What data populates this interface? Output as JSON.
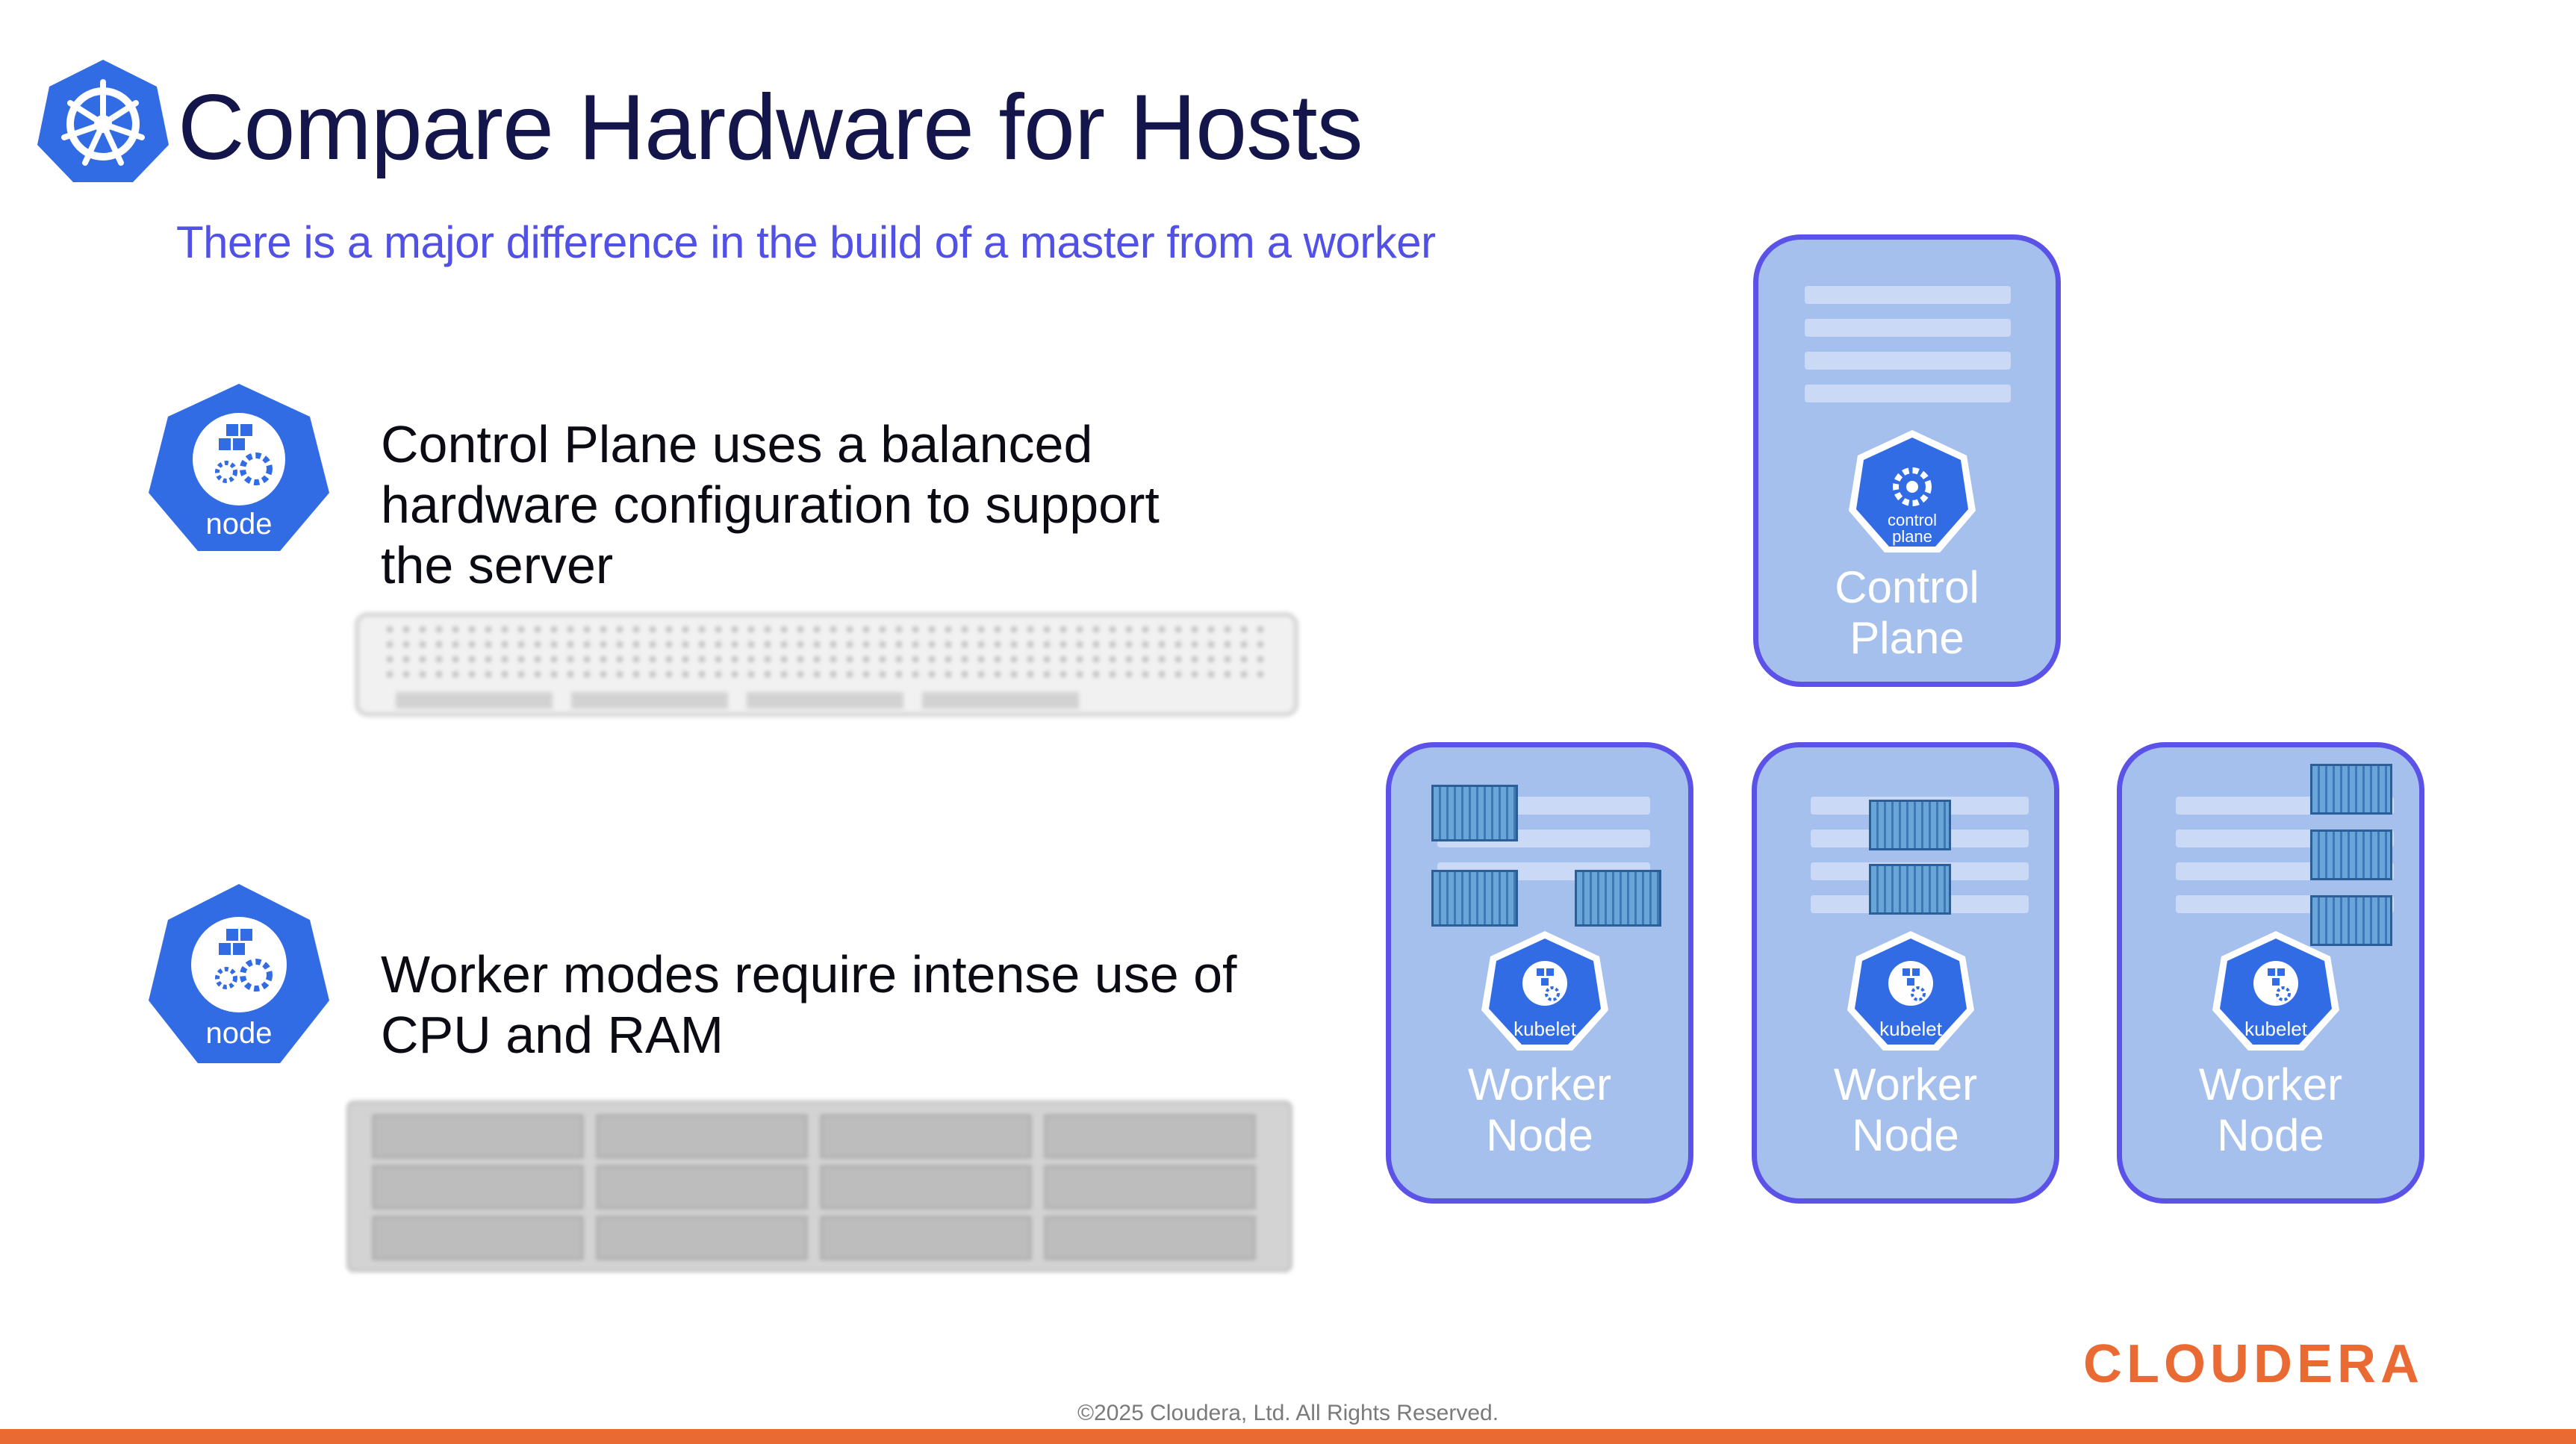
{
  "slide": {
    "title": "Compare Hardware for Hosts",
    "subtitle": "There is a major difference in the build of a master from a worker"
  },
  "bullets": [
    {
      "icon": "node-icon",
      "icon_label": "node",
      "lines": [
        "Control Plane uses a balanced",
        "hardware configuration to support",
        "the server"
      ],
      "image": "1u-server-image"
    },
    {
      "icon": "node-icon",
      "icon_label": "node",
      "lines": [
        "Worker modes require intense use of",
        "CPU and RAM"
      ],
      "image": "2u-storage-server-image"
    }
  ],
  "diagram": {
    "control_plane": {
      "icon_label": "control plane",
      "label_lines": [
        "Control",
        "Plane"
      ]
    },
    "workers": [
      {
        "icon_label": "kubelet",
        "label_lines": [
          "Worker",
          "Node"
        ],
        "containers": 3
      },
      {
        "icon_label": "kubelet",
        "label_lines": [
          "Worker",
          "Node"
        ],
        "containers": 2
      },
      {
        "icon_label": "kubelet",
        "label_lines": [
          "Worker",
          "Node"
        ],
        "containers": 3
      }
    ]
  },
  "footer": {
    "copyright": "©2025 Cloudera, Ltd. All Rights Reserved.",
    "logo": "CLOUDERA"
  },
  "colors": {
    "title": "#14154a",
    "subtitle": "#5151e6",
    "k8s_blue": "#326ce5",
    "node_fill": "#a6c0ee",
    "node_border": "#5b52e8",
    "accent": "#ea6a34"
  }
}
